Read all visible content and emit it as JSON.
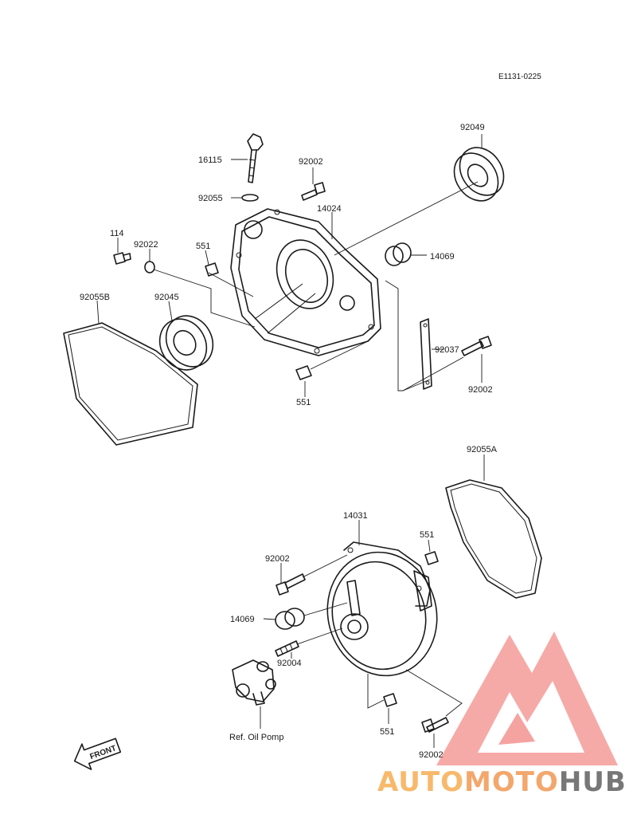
{
  "drawing_code": "E1131-0225",
  "colors": {
    "line": "#1a1a1a",
    "watermark_red": "#e8302a",
    "watermark_orange": "#f5a23a",
    "watermark_gray": "#4a4a4a"
  },
  "upper_group": {
    "labels": {
      "p16115": "16115",
      "p92002_top": "92002",
      "p92049": "92049",
      "p92055": "92055",
      "p14024": "14024",
      "p114": "114",
      "p92022": "92022",
      "p551_left": "551",
      "p14069": "14069",
      "p92055B": "92055B",
      "p92045": "92045",
      "p92037": "92037",
      "p92002_right": "92002",
      "p551_bottom": "551"
    }
  },
  "lower_group": {
    "labels": {
      "p92055A": "92055A",
      "p14031": "14031",
      "p551_right": "551",
      "p92002_left": "92002",
      "p14069": "14069",
      "p92004": "92004",
      "ref_oil_pump": "Ref. Oil Pomp",
      "p551_bottom": "551",
      "p92002_bottom": "92002"
    }
  },
  "front_arrow": {
    "label": "FRONT",
    "icon": "front-arrow-icon"
  },
  "watermark": {
    "part1": "AUTO",
    "part2": "MOTO",
    "part3": "HUB",
    "icon": "triangle-logo-icon"
  }
}
